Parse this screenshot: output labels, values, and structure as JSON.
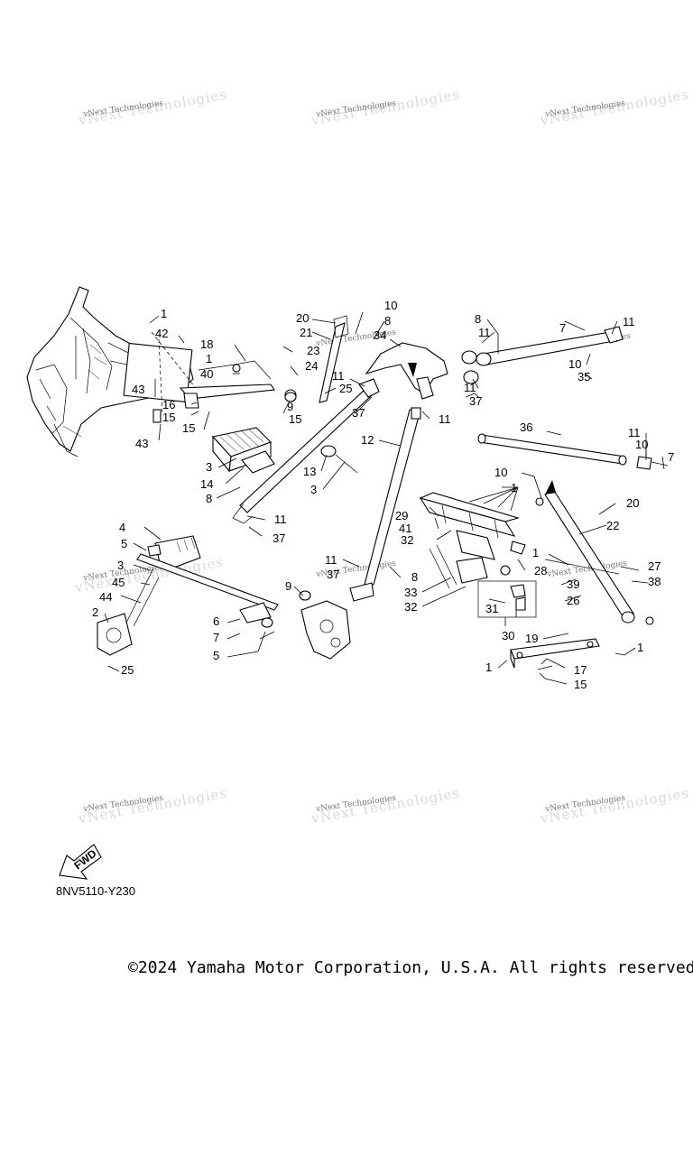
{
  "diagram": {
    "code": "8NV5110-Y230",
    "copyright": "©2024 Yamaha Motor Corporation, U.S.A. All rights reserved.",
    "fwd_label": "FWD",
    "watermark_text": "vNext Technologies",
    "callouts": [
      "1",
      "2",
      "3",
      "4",
      "5",
      "6",
      "7",
      "8",
      "9",
      "10",
      "11",
      "12",
      "13",
      "14",
      "15",
      "16",
      "17",
      "18",
      "19",
      "20",
      "21",
      "22",
      "23",
      "24",
      "25",
      "26",
      "27",
      "28",
      "29",
      "30",
      "31",
      "32",
      "33",
      "34",
      "35",
      "36",
      "37",
      "38",
      "39",
      "40",
      "41",
      "42",
      "43",
      "44",
      "45"
    ]
  }
}
